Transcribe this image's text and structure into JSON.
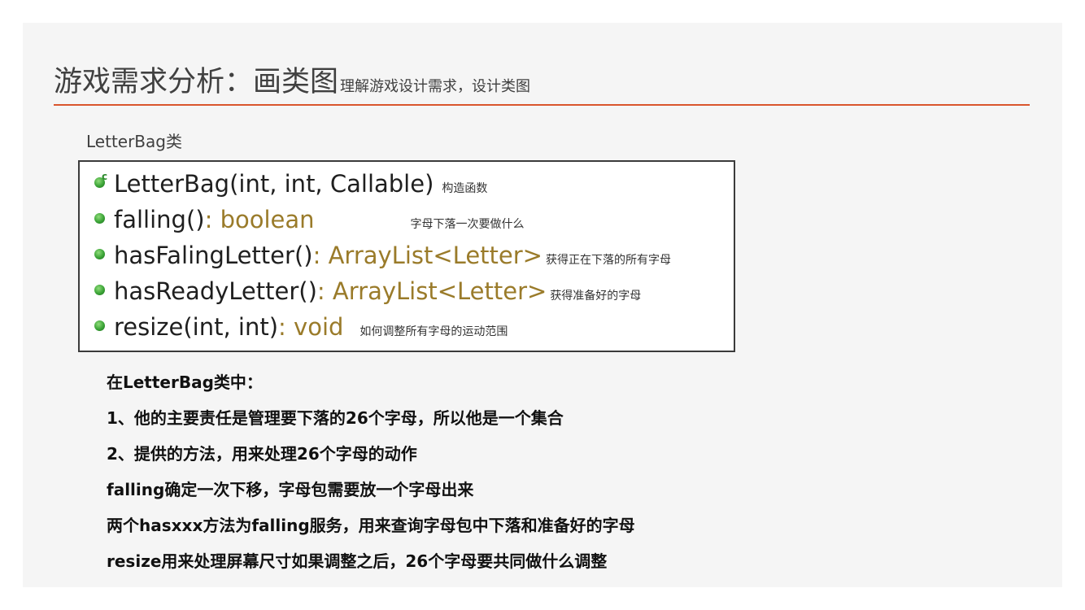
{
  "title": {
    "main": "游戏需求分析：画类图",
    "sub": "理解游戏设计需求，设计类图"
  },
  "class_label": "LetterBag类",
  "members": [
    {
      "kind": "constructor",
      "signature": "LetterBag(int, int, Callable)",
      "return_type": "",
      "note": "构造函数"
    },
    {
      "kind": "method",
      "signature": "falling()",
      "return_type": " : boolean",
      "note": "字母下落一次要做什么"
    },
    {
      "kind": "method",
      "signature": "hasFalingLetter()",
      "return_type": " : ArrayList<Letter>",
      "note": "获得正在下落的所有字母"
    },
    {
      "kind": "method",
      "signature": "hasReadyLetter()",
      "return_type": " : ArrayList<Letter>",
      "note": "获得准备好的字母"
    },
    {
      "kind": "method",
      "signature": "resize(int, int)",
      "return_type": " : void",
      "note": "如何调整所有字母的运动范围"
    }
  ],
  "description": [
    "在LetterBag类中：",
    "1、他的主要责任是管理要下落的26个字母，所以他是一个集合",
    "2、提供的方法，用来处理26个字母的动作",
    "falling确定一次下移，字母包需要放一个字母出来",
    "两个hasxxx方法为falling服务，用来查询字母包中下落和准备好的字母",
    " resize用来处理屏幕尺寸如果调整之后，26个字母要共同做什么调整"
  ],
  "colors": {
    "accent_rule": "#d9552d",
    "method_dot": "#3aa336",
    "return_type": "#9a7b2a"
  },
  "icons": {
    "constructor": "green-dot-with-c-icon",
    "method": "green-dot-icon"
  }
}
